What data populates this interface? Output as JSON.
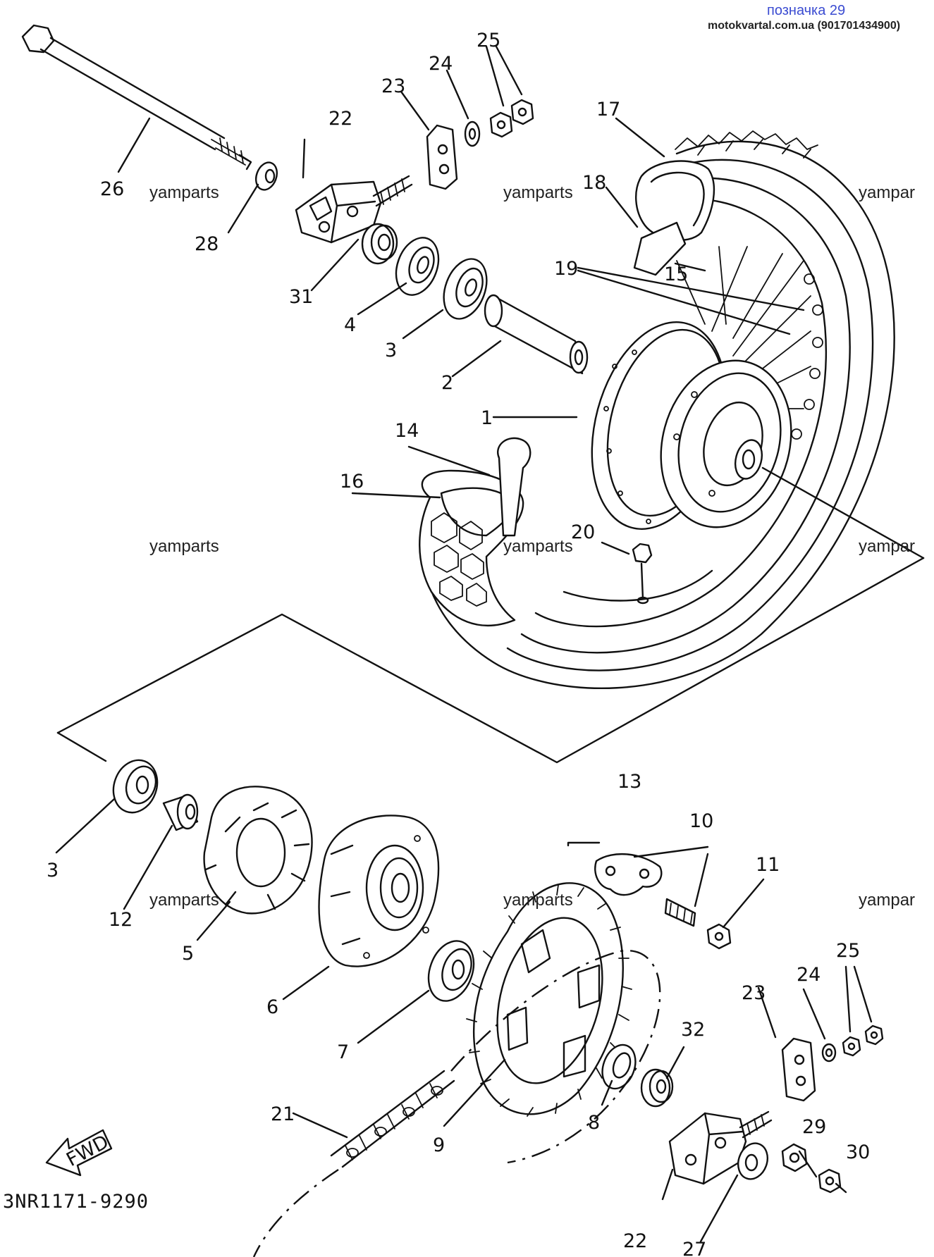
{
  "header": {
    "title": "позначка 29",
    "subtitle": "motokvartal.com.ua (901701434900)"
  },
  "watermark": "yamparts",
  "watermark_cut": "yampar",
  "drawing_code": "3NR1171-9290",
  "fwd_label": "FWD",
  "callouts": [
    "1",
    "2",
    "3",
    "4",
    "12",
    "5",
    "6",
    "7",
    "8",
    "9",
    "10",
    "11",
    "13",
    "14",
    "15",
    "16",
    "17",
    "18",
    "19",
    "20",
    "21",
    "22",
    "23",
    "24",
    "25",
    "26",
    "27",
    "28",
    "29",
    "30",
    "31",
    "32"
  ]
}
